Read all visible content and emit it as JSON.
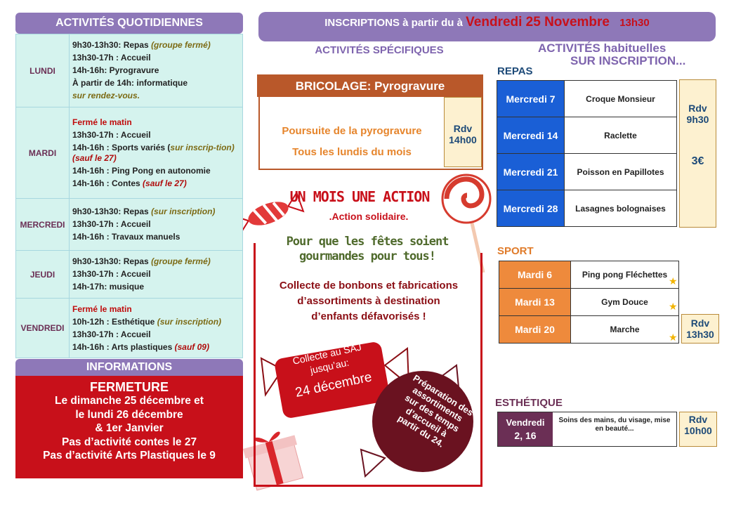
{
  "daily": {
    "title": "ACTIVITÉS QUOTIDIENNES",
    "days": [
      {
        "day": "LUNDI",
        "lines": [
          [
            {
              "t": "9h30-13h30: Repas "
            },
            {
              "t": "(groupe fermé)",
              "c": "green-i"
            }
          ],
          [
            {
              "t": "13h30-17h : Accueil"
            }
          ],
          [
            {
              "t": "14h-16h: Pyrogravure"
            }
          ],
          [
            {
              "t": "À partir de 14h: informatique"
            }
          ],
          [
            {
              "t": "sur rendez-vous.",
              "c": "green-i"
            }
          ]
        ]
      },
      {
        "day": "MARDI",
        "lines": [
          [
            {
              "t": "Fermé le matin",
              "c": "red"
            }
          ],
          [
            {
              "t": "13h30-17h : Accueil"
            }
          ],
          [
            {
              "t": "14h-16h : Sports variés ("
            },
            {
              "t": "sur inscrip-tion)",
              "c": "green-i"
            },
            {
              "t": " (sauf le 27)",
              "c": "red-i"
            }
          ],
          [
            {
              "t": "14h-16h : Ping Pong en autonomie"
            }
          ],
          [
            {
              "t": "14h-16h : Contes "
            },
            {
              "t": "(sauf le 27)",
              "c": "red-i"
            }
          ]
        ]
      },
      {
        "day": "MERCREDI",
        "lines": [
          [
            {
              "t": "9h30-13h30: Repas "
            },
            {
              "t": "(sur inscription)",
              "c": "green-i"
            }
          ],
          [
            {
              "t": "13h30-17h :  Accueil"
            }
          ],
          [
            {
              "t": "14h-16h : Travaux manuels"
            }
          ]
        ]
      },
      {
        "day": "JEUDI",
        "lines": [
          [
            {
              "t": "9h30-13h30: Repas "
            },
            {
              "t": "(groupe fermé)",
              "c": "green-i"
            }
          ],
          [
            {
              "t": "13h30-17h : Accueil"
            }
          ],
          [
            {
              "t": "14h-17h: musique"
            }
          ]
        ]
      },
      {
        "day": "VENDREDI",
        "lines": [
          [
            {
              "t": "Fermé le matin",
              "c": "red"
            }
          ],
          [
            {
              "t": "10h-12h : Esthétique "
            },
            {
              "t": "(sur inscription)",
              "c": "green-i"
            }
          ],
          [
            {
              "t": "13h30-17h : Accueil"
            }
          ],
          [
            {
              "t": "14h-16h : Arts plastiques "
            },
            {
              "t": "(sauf 09)",
              "c": "red-i"
            }
          ]
        ]
      }
    ]
  },
  "info": {
    "title": "INFORMATIONS",
    "heading": "FERMETURE",
    "lines": [
      "Le dimanche 25 décembre et",
      "le lundi 26 décembre",
      "& 1er Janvier",
      "Pas d’activité contes le 27",
      "Pas d’activité Arts Plastiques le 9"
    ]
  },
  "inscriptions": {
    "prefix": "INSCRIPTIONS à partir du à",
    "date": "Vendredi 25 Novembre",
    "time": "13h30"
  },
  "specific": {
    "title": "ACTIVITÉS SPÉCIFIQUES",
    "bricolage": {
      "title": "BRICOLAGE: Pyrogravure",
      "line1": "Poursuite de la pyrogravure",
      "line2": "Tous les lundis du mois",
      "rdv_label": "Rdv",
      "rdv_time": "14h00"
    }
  },
  "action": {
    "title": "UN MOIS UNE ACTION",
    "subtitle": ".Action solidaire.",
    "slogan1": "Pour que les fêtes soient",
    "slogan2": "gourmandes pour tous!",
    "desc1": "Collecte de bonbons et fabrications",
    "desc2": "d’assortiments à destination",
    "desc3": "d’enfants défavorisés !",
    "collecte1": "Collecte au SAJ",
    "collecte2": "jusqu’au:",
    "collecte_date": "24 décembre",
    "prep": [
      "Préparation des",
      "assortiments",
      "sur des temps",
      "d’accueil à",
      "partir du 24."
    ]
  },
  "habituelles": {
    "title1": "ACTIVITÉS habituelles",
    "title2": "SUR INSCRIPTION...",
    "repas": {
      "title": "REPAS",
      "rows": [
        {
          "day": "Mercredi 7",
          "what": "Croque Monsieur"
        },
        {
          "day": "Mercredi 14",
          "what": "Raclette"
        },
        {
          "day": "Mercredi 21",
          "what": "Poisson en Papillotes"
        },
        {
          "day": "Mercredi 28",
          "what": "Lasagnes bolognaises"
        }
      ],
      "rdv_label": "Rdv",
      "rdv_time": "9h30",
      "price": "3€"
    },
    "sport": {
      "title": "SPORT",
      "rows": [
        {
          "day": "Mardi 6",
          "what": "Ping pong Fléchettes"
        },
        {
          "day": "Mardi 13",
          "what": "Gym Douce"
        },
        {
          "day": "Mardi 20",
          "what": "Marche"
        }
      ],
      "rdv_label": "Rdv",
      "rdv_time": "13h30"
    },
    "esthetique": {
      "title": "ESTHÉTIQUE",
      "day1": "Vendredi",
      "day2": "2, 16",
      "what": "Soins des mains, du visage, mise en beauté...",
      "rdv_label": "Rdv",
      "rdv_time": "10h00"
    }
  },
  "colors": {
    "purple": "#8e78b8",
    "red": "#c8101a",
    "repas_blue": "#1a5fd6",
    "sport_orange": "#ee8a3c",
    "esth_plum": "#6b2f55"
  }
}
